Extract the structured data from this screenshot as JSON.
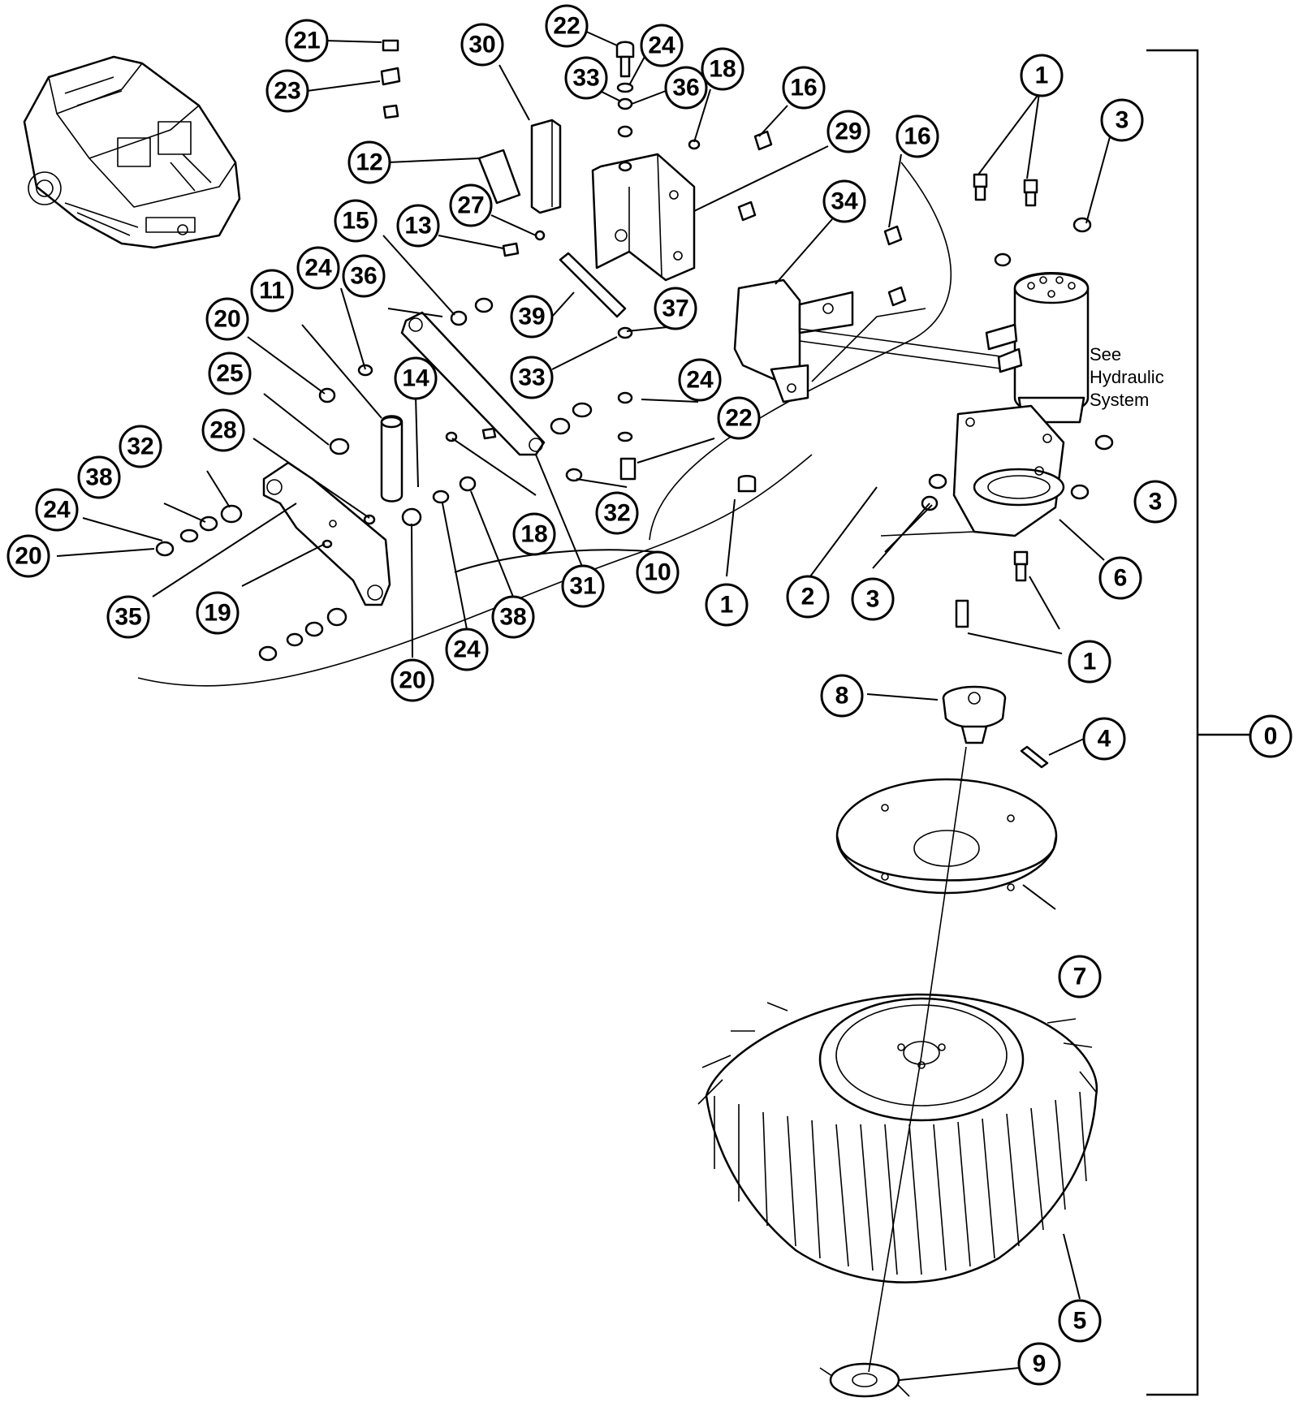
{
  "note": {
    "lines": [
      "See",
      "Hydraulic",
      "System"
    ]
  },
  "assembly_label": "0",
  "callouts": [
    {
      "id": "c21",
      "label": "21"
    },
    {
      "id": "c23",
      "label": "23"
    },
    {
      "id": "c30",
      "label": "30"
    },
    {
      "id": "c22a",
      "label": "22"
    },
    {
      "id": "c24a",
      "label": "24"
    },
    {
      "id": "c33a",
      "label": "33"
    },
    {
      "id": "c36a",
      "label": "36"
    },
    {
      "id": "c18a",
      "label": "18"
    },
    {
      "id": "c16a",
      "label": "16"
    },
    {
      "id": "c29",
      "label": "29"
    },
    {
      "id": "c16b",
      "label": "16"
    },
    {
      "id": "c1a",
      "label": "1"
    },
    {
      "id": "c3a",
      "label": "3"
    },
    {
      "id": "c12",
      "label": "12"
    },
    {
      "id": "c27",
      "label": "27"
    },
    {
      "id": "c13",
      "label": "13"
    },
    {
      "id": "c34",
      "label": "34"
    },
    {
      "id": "c15",
      "label": "15"
    },
    {
      "id": "c24b",
      "label": "24"
    },
    {
      "id": "c36b",
      "label": "36"
    },
    {
      "id": "c11",
      "label": "11"
    },
    {
      "id": "c20a",
      "label": "20"
    },
    {
      "id": "c39",
      "label": "39"
    },
    {
      "id": "c37",
      "label": "37"
    },
    {
      "id": "c14",
      "label": "14"
    },
    {
      "id": "c33b",
      "label": "33"
    },
    {
      "id": "c25",
      "label": "25"
    },
    {
      "id": "c24c",
      "label": "24"
    },
    {
      "id": "c22b",
      "label": "22"
    },
    {
      "id": "c28",
      "label": "28"
    },
    {
      "id": "c32a",
      "label": "32"
    },
    {
      "id": "c38a",
      "label": "38"
    },
    {
      "id": "c24d",
      "label": "24"
    },
    {
      "id": "c20b",
      "label": "20"
    },
    {
      "id": "c32b",
      "label": "32"
    },
    {
      "id": "c18b",
      "label": "18"
    },
    {
      "id": "c3b",
      "label": "3"
    },
    {
      "id": "c35",
      "label": "35"
    },
    {
      "id": "c19",
      "label": "19"
    },
    {
      "id": "c31",
      "label": "31"
    },
    {
      "id": "c10",
      "label": "10"
    },
    {
      "id": "c38b",
      "label": "38"
    },
    {
      "id": "c24e",
      "label": "24"
    },
    {
      "id": "c20c",
      "label": "20"
    },
    {
      "id": "c1b",
      "label": "1"
    },
    {
      "id": "c2",
      "label": "2"
    },
    {
      "id": "c3c",
      "label": "3"
    },
    {
      "id": "c6",
      "label": "6"
    },
    {
      "id": "c1c",
      "label": "1"
    },
    {
      "id": "c8",
      "label": "8"
    },
    {
      "id": "c4",
      "label": "4"
    },
    {
      "id": "c0",
      "label": "0"
    },
    {
      "id": "c7",
      "label": "7"
    },
    {
      "id": "c5",
      "label": "5"
    },
    {
      "id": "c9",
      "label": "9"
    }
  ]
}
